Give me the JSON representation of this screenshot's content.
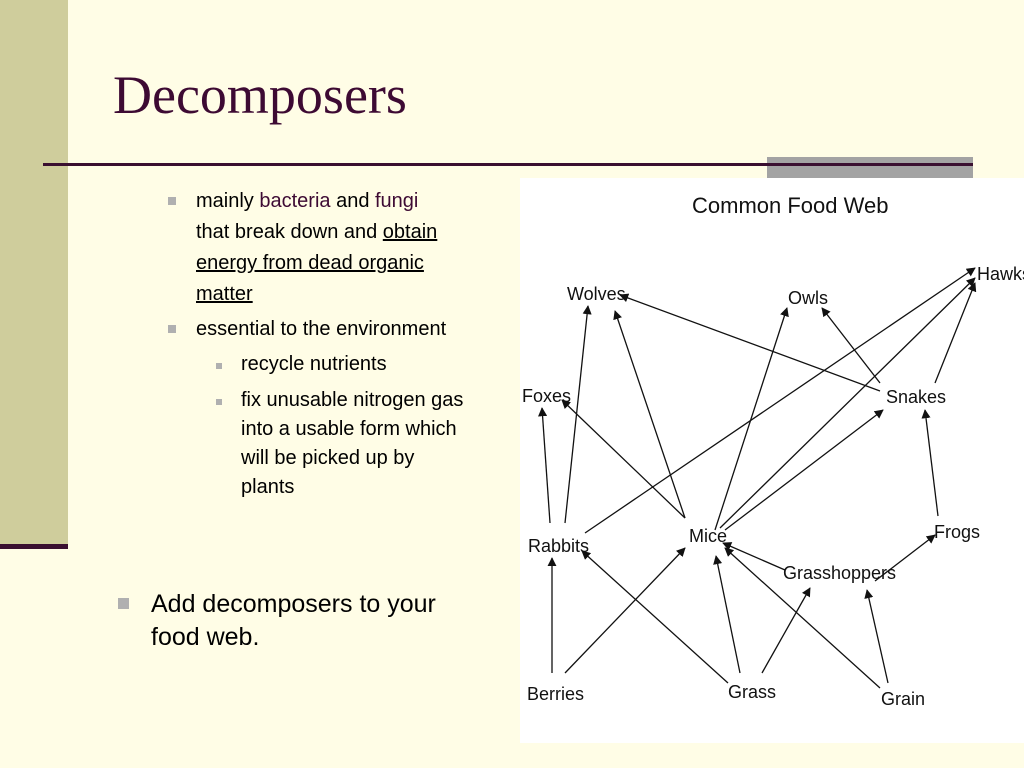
{
  "slide": {
    "title": "Decomposers",
    "bullets": {
      "b1_prefix": "mainly ",
      "b1_bacteria": "bacteria",
      "b1_and": " and ",
      "b1_fungi": "fungi",
      "b1_line2": "that break down and ",
      "b1_obtain": "obtain",
      "b1_line3": "energy from dead organic",
      "b1_line4": "matter",
      "b2": "essential to the environment",
      "b2a": "recycle nutrients",
      "b2b_l1": "fix unusable nitrogen gas",
      "b2b_l2": "into a usable form which",
      "b2b_l3": "will be picked up by",
      "b2b_l4": "plants"
    },
    "main_bullet": {
      "line1": "Add decomposers to your",
      "line2": "food web."
    }
  },
  "food_web": {
    "title": "Common Food Web",
    "nodes": {
      "wolves": "Wolves",
      "owls": "Owls",
      "hawks": "Hawks",
      "foxes": "Foxes",
      "snakes": "Snakes",
      "rabbits": "Rabbits",
      "mice": "Mice",
      "frogs": "Frogs",
      "grasshoppers": "Grasshoppers",
      "berries": "Berries",
      "grass": "Grass",
      "grain": "Grain"
    }
  },
  "colors": {
    "title": "#3d0a33",
    "sidebar": "#cfcd9c",
    "background": "#fffde6",
    "rule": "#3a0f30"
  }
}
